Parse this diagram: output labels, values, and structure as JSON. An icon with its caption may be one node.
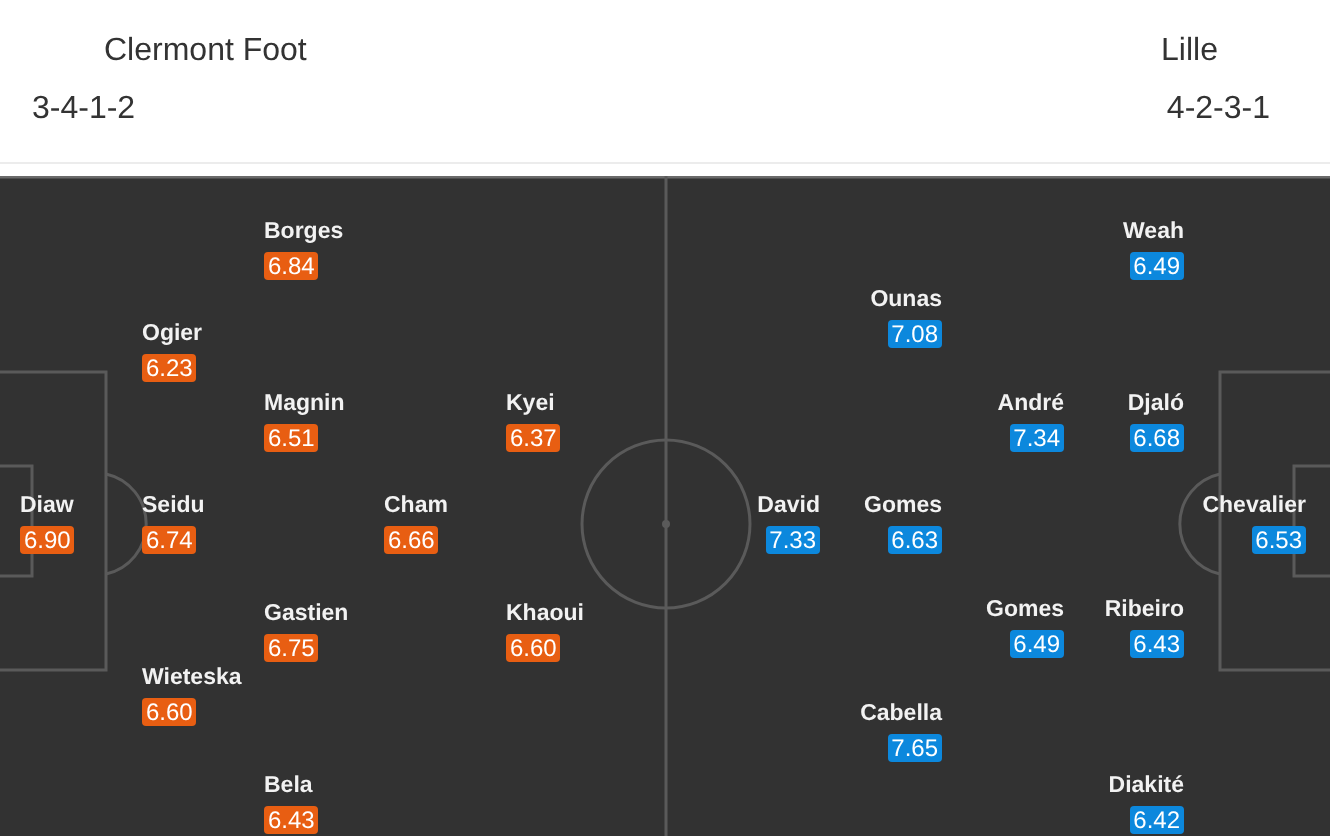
{
  "diagram": {
    "nodes": [
      {
        "text": [
          "Diaw",
          "6.90"
        ]
      },
      {
        "text": [
          "Ogier",
          "6.23"
        ]
      },
      {
        "text": [
          "Seidu",
          "6.74"
        ]
      },
      {
        "text": [
          "Wieteska",
          "6.60"
        ]
      },
      {
        "text": [
          "Borges",
          "6.84"
        ]
      },
      {
        "text": [
          "Magnin",
          "6.51"
        ]
      },
      {
        "text": [
          "Gastien",
          "6.75"
        ]
      },
      {
        "text": [
          "Bela",
          "6.43"
        ]
      },
      {
        "text": [
          "Cham",
          "6.66"
        ]
      },
      {
        "text": [
          "Kyei",
          "6.37"
        ]
      },
      {
        "text": [
          "Khaoui",
          "6.60"
        ]
      },
      {
        "text": [
          "David",
          "7.33"
        ]
      },
      {
        "text": [
          "Ounas",
          "7.08"
        ]
      },
      {
        "text": [
          "Gomes",
          "6.63"
        ]
      },
      {
        "text": [
          "Cabella",
          "7.65"
        ]
      },
      {
        "text": [
          "André",
          "7.34"
        ]
      },
      {
        "text": [
          "Gomes",
          "6.49"
        ]
      },
      {
        "text": [
          "Weah",
          "6.49"
        ]
      },
      {
        "text": [
          "Djaló",
          "6.68"
        ]
      },
      {
        "text": [
          "Ribeiro",
          "6.43"
        ]
      },
      {
        "text": [
          "Diakité",
          "6.42"
        ]
      },
      {
        "text": [
          "Chevalier",
          "6.53"
        ]
      }
    ],
    "labels": [
      "Clermont Foot",
      "Lille",
      "3-4-1-2",
      "4-2-3-1"
    ]
  }
}
